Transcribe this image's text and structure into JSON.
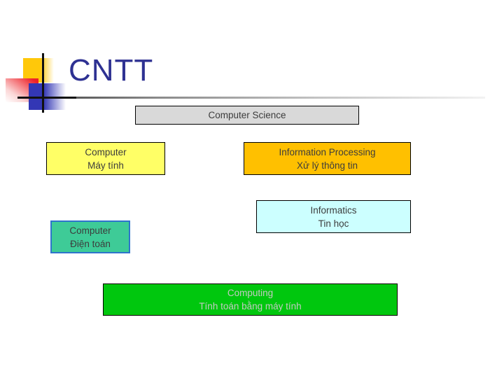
{
  "slide": {
    "title": "CNTT"
  },
  "boxes": {
    "computer_science": {
      "line1": "Computer Science"
    },
    "computer_may_tinh": {
      "line1": "Computer",
      "line2": "Máy tính"
    },
    "information_processing": {
      "line1": "Information Processing",
      "line2": "Xử lý thông tin"
    },
    "informatics": {
      "line1": "Informatics",
      "line2": "Tin học"
    },
    "computer_dien_toan": {
      "line1": "Computer",
      "line2": "Điện toán"
    },
    "computing": {
      "line1": "Computing",
      "line2": "Tính toán bằng máy tính"
    }
  },
  "colors": {
    "title_text": "#2e3192",
    "box_text": "#3c3c3c",
    "computing_text": "#c3cac3",
    "gray_fill": "#d9d9d9",
    "yellow_fill": "#ffff66",
    "gold_fill": "#ffc000",
    "pale_cyan_fill": "#ccffff",
    "teal_fill": "#3ecb97",
    "teal_border": "#2e74cc",
    "green_fill": "#00c70e",
    "ornament_gold": "#ffc80a",
    "ornament_red": "#ee2028",
    "ornament_blue": "#3337b5"
  }
}
